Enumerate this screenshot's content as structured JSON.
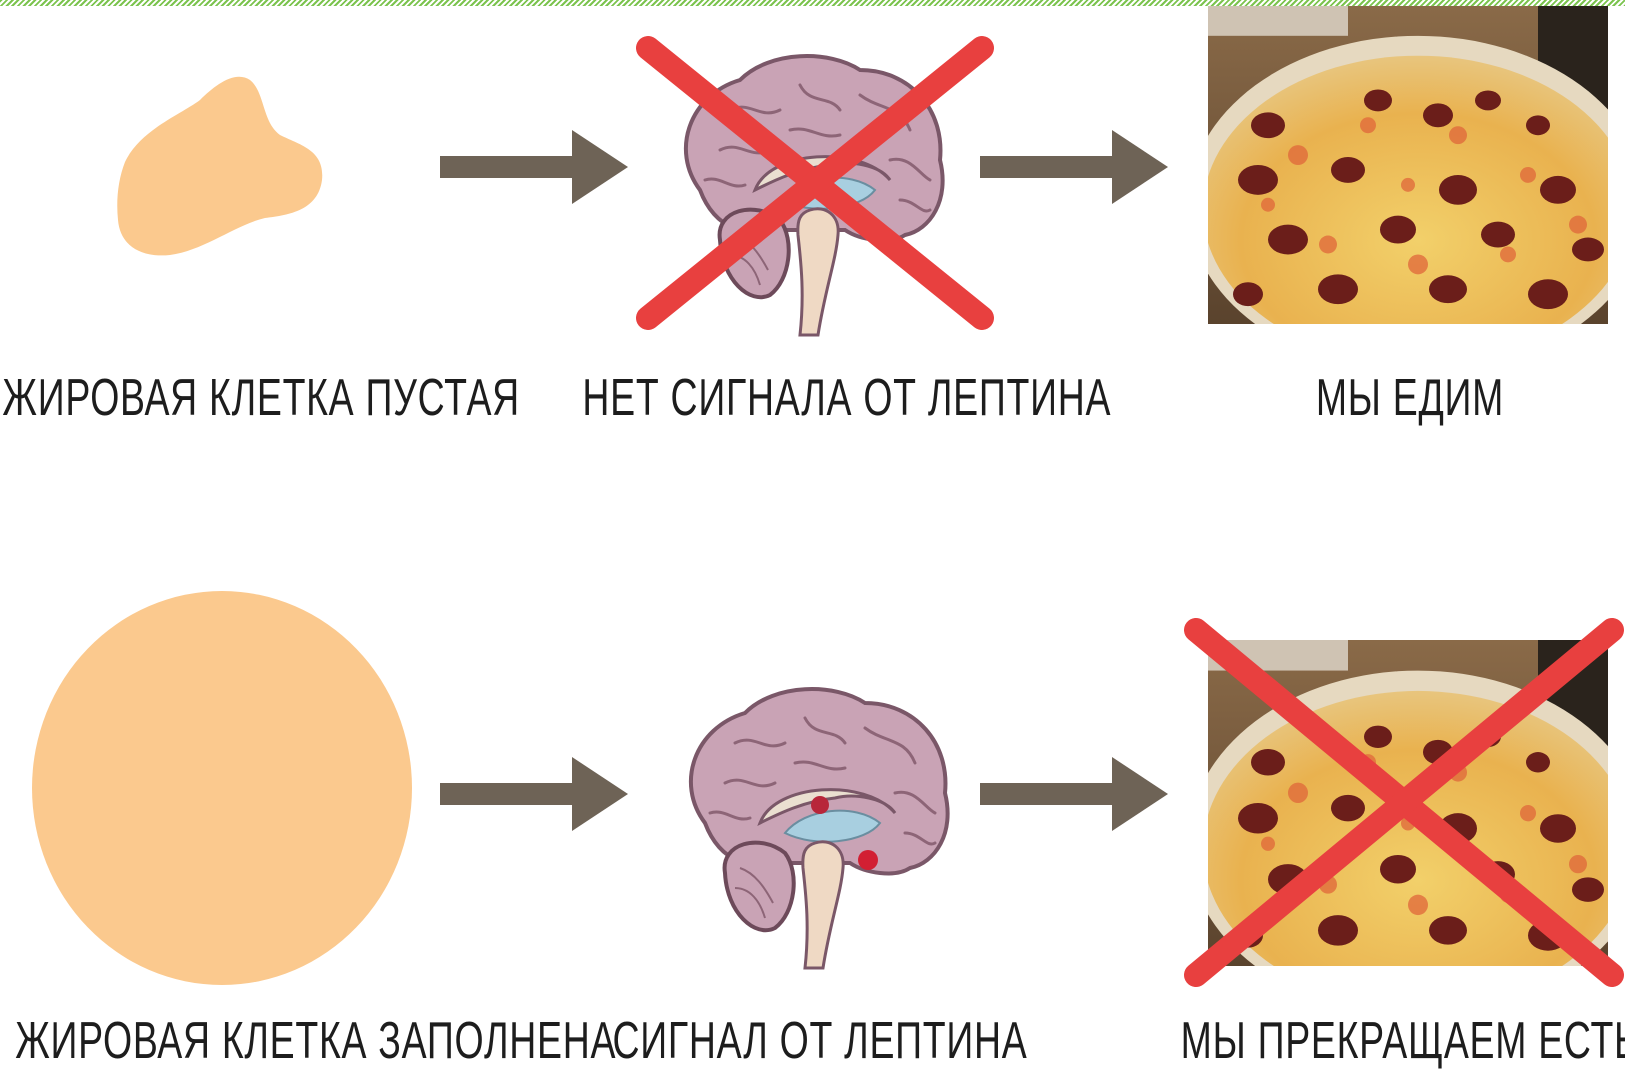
{
  "top_row": {
    "fat_cell_label": "ЖИРОВАЯ КЛЕТКА ПУСТАЯ",
    "brain_label": "НЕТ СИГНАЛА ОТ ЛЕПТИНА",
    "result_label": "МЫ ЕДИМ"
  },
  "bottom_row": {
    "fat_cell_label": "ЖИРОВАЯ КЛЕТКА ЗАПОЛНЕНА",
    "brain_label": "СИГНАЛ ОТ ЛЕПТИНА",
    "result_label": "МЫ ПРЕКРАЩАЕМ ЕСТЬ"
  },
  "colors": {
    "fat_cell": "#fbc98e",
    "arrow": "#6e6356",
    "cross": "#e8403f",
    "brain_cortex": "#c9a3b5",
    "border": "#7cc44f"
  },
  "icons": [
    "fat-cell-icon",
    "arrow-right-icon",
    "brain-icon",
    "pizza-image",
    "cross-icon"
  ]
}
